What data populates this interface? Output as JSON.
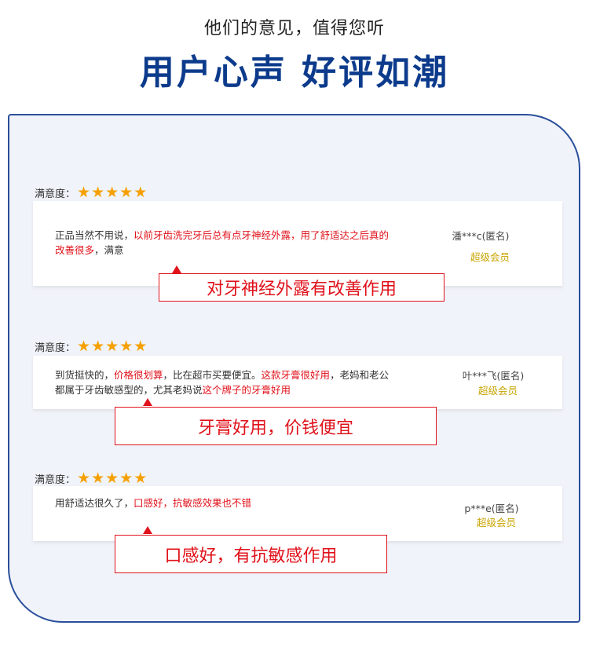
{
  "header": {
    "subtitle": "他们的意见，值得您听",
    "title": "用户心声  好评如潮"
  },
  "colors": {
    "title": "#0d3b8c",
    "highlight": "#e0121b",
    "star": "#f5a000",
    "member": "#c9a400"
  },
  "reviews": [
    {
      "rating_label": "满意度：",
      "stars": 5,
      "segments": [
        {
          "text": "正品当然不用说，",
          "hl": false
        },
        {
          "text": "以前牙齿洗完牙后总有点牙神经外露，用了舒适达之后真的改善很多",
          "hl": true
        },
        {
          "text": "，满意",
          "hl": false
        }
      ],
      "user": "潘***c(匿名)",
      "level": "超级会员",
      "callout": "对牙神经外露有改善作用"
    },
    {
      "rating_label": "满意度：",
      "stars": 5,
      "segments": [
        {
          "text": "到货挺快的，",
          "hl": false
        },
        {
          "text": "价格很划算",
          "hl": true
        },
        {
          "text": "，比在超市买要便宜。",
          "hl": false
        },
        {
          "text": "这款牙膏很好用",
          "hl": true
        },
        {
          "text": "，老妈和老公都属于牙齿敏感型的，尤其老妈说",
          "hl": false
        },
        {
          "text": "这个牌子的牙膏好用",
          "hl": true
        }
      ],
      "user": "叶***飞(匿名)",
      "level": "超级会员",
      "callout": "牙膏好用，价钱便宜"
    },
    {
      "rating_label": "满意度：",
      "stars": 5,
      "segments": [
        {
          "text": "用舒适达很久了，",
          "hl": false
        },
        {
          "text": "口感好，抗敏感效果也不错",
          "hl": true
        }
      ],
      "user": "p***e(匿名)",
      "level": "超级会员",
      "callout": "口感好，有抗敏感作用"
    }
  ]
}
